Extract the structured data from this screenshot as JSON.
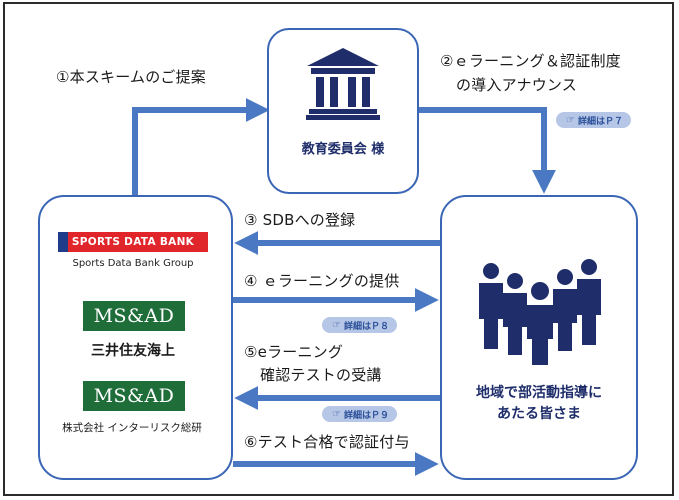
{
  "nodes": {
    "board": {
      "label": "教育委員会 様",
      "icon": "government-building-icon"
    },
    "partners": {
      "sdb_logo": "SPORTS DATA BANK",
      "sdb_group": "Sports Data Bank Group",
      "msad1": "MS&AD",
      "company1": "三井住友海上",
      "msad2": "MS&AD",
      "company2": "株式会社 インターリスク総研"
    },
    "coaches": {
      "label_line1": "地域で部活動指導に",
      "label_line2": "あたる皆さま",
      "icon": "group-of-people-icon"
    }
  },
  "steps": [
    {
      "label": "①本スキームのご提案"
    },
    {
      "label_line1": "②ｅラーニング＆認証制度",
      "label_line2": "の導入アナウンス"
    },
    {
      "label": "③ SDBへの登録"
    },
    {
      "label": "④ ｅラーニングの提供"
    },
    {
      "label_line1": "⑤eラーニング",
      "label_line2": "確認テストの受講"
    },
    {
      "label": "⑥テスト合格で認証付与"
    }
  ],
  "details": [
    {
      "text": "詳細はＰ７",
      "icon": "pointing-hand-icon"
    },
    {
      "text": "詳細はＰ８",
      "icon": "pointing-hand-icon"
    },
    {
      "text": "詳細はＰ９",
      "icon": "pointing-hand-icon"
    }
  ],
  "colors": {
    "arrow": "#4a78c2",
    "box_border": "#3a66b5",
    "sdb_red": "#e0262b",
    "msad_green": "#1f6e3a",
    "icon_navy": "#1f2e6b"
  }
}
